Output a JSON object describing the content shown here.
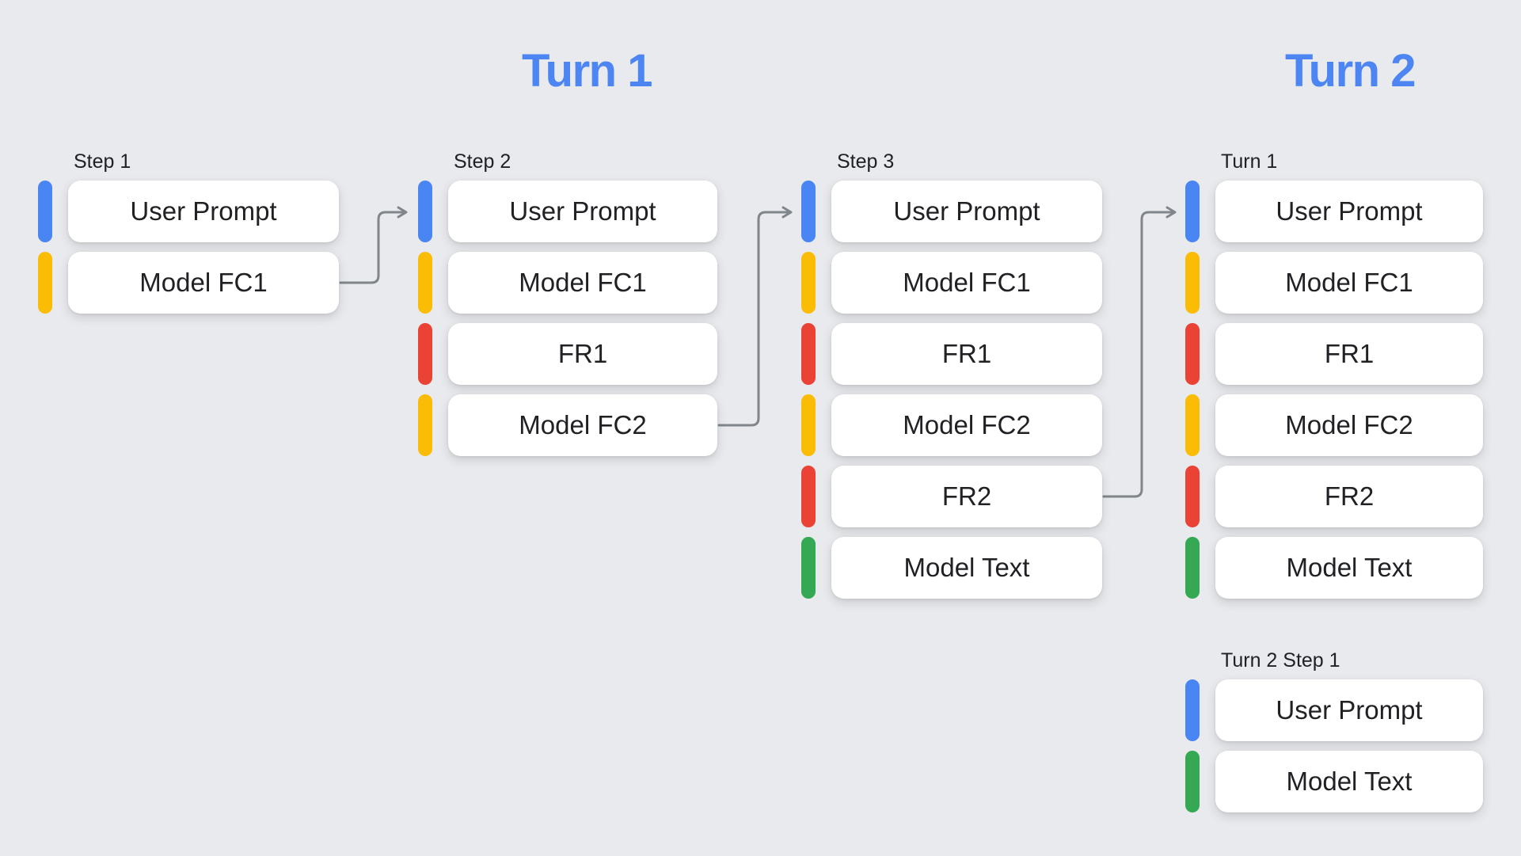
{
  "colors": {
    "background": "#E9EAEE",
    "blue": "#4A85F4",
    "yellow": "#FBBC05",
    "red": "#EA4335",
    "green": "#34A853",
    "title_blue": "#4D86F2",
    "arrow_gray": "#80868B",
    "text_dark": "#202124",
    "card_white": "#FFFFFF"
  },
  "titles": {
    "turn1": "Turn 1",
    "turn2": "Turn 2"
  },
  "groups": [
    {
      "label": "Step 1",
      "boxes": [
        {
          "label": "User Prompt",
          "bar": "blue"
        },
        {
          "label": "Model FC1",
          "bar": "yellow"
        }
      ]
    },
    {
      "label": "Step 2",
      "boxes": [
        {
          "label": "User Prompt",
          "bar": "blue"
        },
        {
          "label": "Model FC1",
          "bar": "yellow"
        },
        {
          "label": "FR1",
          "bar": "red"
        },
        {
          "label": "Model FC2",
          "bar": "yellow"
        }
      ]
    },
    {
      "label": "Step 3",
      "boxes": [
        {
          "label": "User Prompt",
          "bar": "blue"
        },
        {
          "label": "Model FC1",
          "bar": "yellow"
        },
        {
          "label": "FR1",
          "bar": "red"
        },
        {
          "label": "Model FC2",
          "bar": "yellow"
        },
        {
          "label": "FR2",
          "bar": "red"
        },
        {
          "label": "Model Text",
          "bar": "green"
        }
      ]
    },
    {
      "label": "Turn 1",
      "boxes": [
        {
          "label": "User Prompt",
          "bar": "blue"
        },
        {
          "label": "Model FC1",
          "bar": "yellow"
        },
        {
          "label": "FR1",
          "bar": "red"
        },
        {
          "label": "Model FC2",
          "bar": "yellow"
        },
        {
          "label": "FR2",
          "bar": "red"
        },
        {
          "label": "Model Text",
          "bar": "green"
        }
      ]
    },
    {
      "label": "Turn 2 Step 1",
      "boxes": [
        {
          "label": "User Prompt",
          "bar": "blue"
        },
        {
          "label": "Model Text",
          "bar": "green"
        }
      ]
    }
  ],
  "arrows": [
    {
      "name": "step1-to-step2",
      "from": "Step 1 / Model FC1",
      "to": "Step 2 / User Prompt"
    },
    {
      "name": "step2-to-step3",
      "from": "Step 2 / Model FC2",
      "to": "Step 3 / User Prompt"
    },
    {
      "name": "step3-to-turn2",
      "from": "Step 3 / FR2",
      "to": "Turn 2 / Turn 1 / User Prompt"
    }
  ]
}
